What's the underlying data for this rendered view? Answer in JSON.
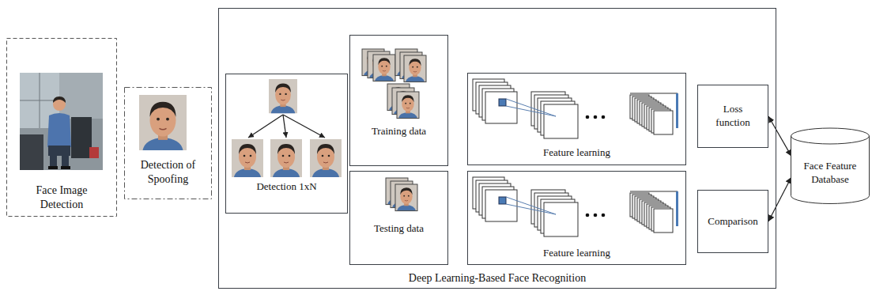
{
  "diagram": {
    "nodes": [
      {
        "text": [
          "Face Image Detection"
        ]
      },
      {
        "text": [
          "Detection of Spoofing"
        ]
      },
      {
        "text": [
          "Deep Learning-Based Face Recognition"
        ]
      },
      {
        "text": [
          "Detection 1xN"
        ],
        "in": 2
      },
      {
        "text": [
          "Training data"
        ],
        "in": 2
      },
      {
        "text": [
          "Testing data"
        ],
        "in": 2
      },
      {
        "text": [
          "Feature learning"
        ],
        "in": 2
      },
      {
        "text": [
          "Feature learning"
        ],
        "in": 2
      },
      {
        "text": [
          "Loss function"
        ],
        "in": 2
      },
      {
        "text": [
          "Comparison"
        ],
        "in": 2
      },
      {
        "text": [
          "Face Feature Database"
        ]
      }
    ],
    "edges": [
      {
        "from": 8,
        "to": 10,
        "arrow": "both"
      },
      {
        "from": 9,
        "to": 10,
        "arrow": "both"
      }
    ]
  }
}
